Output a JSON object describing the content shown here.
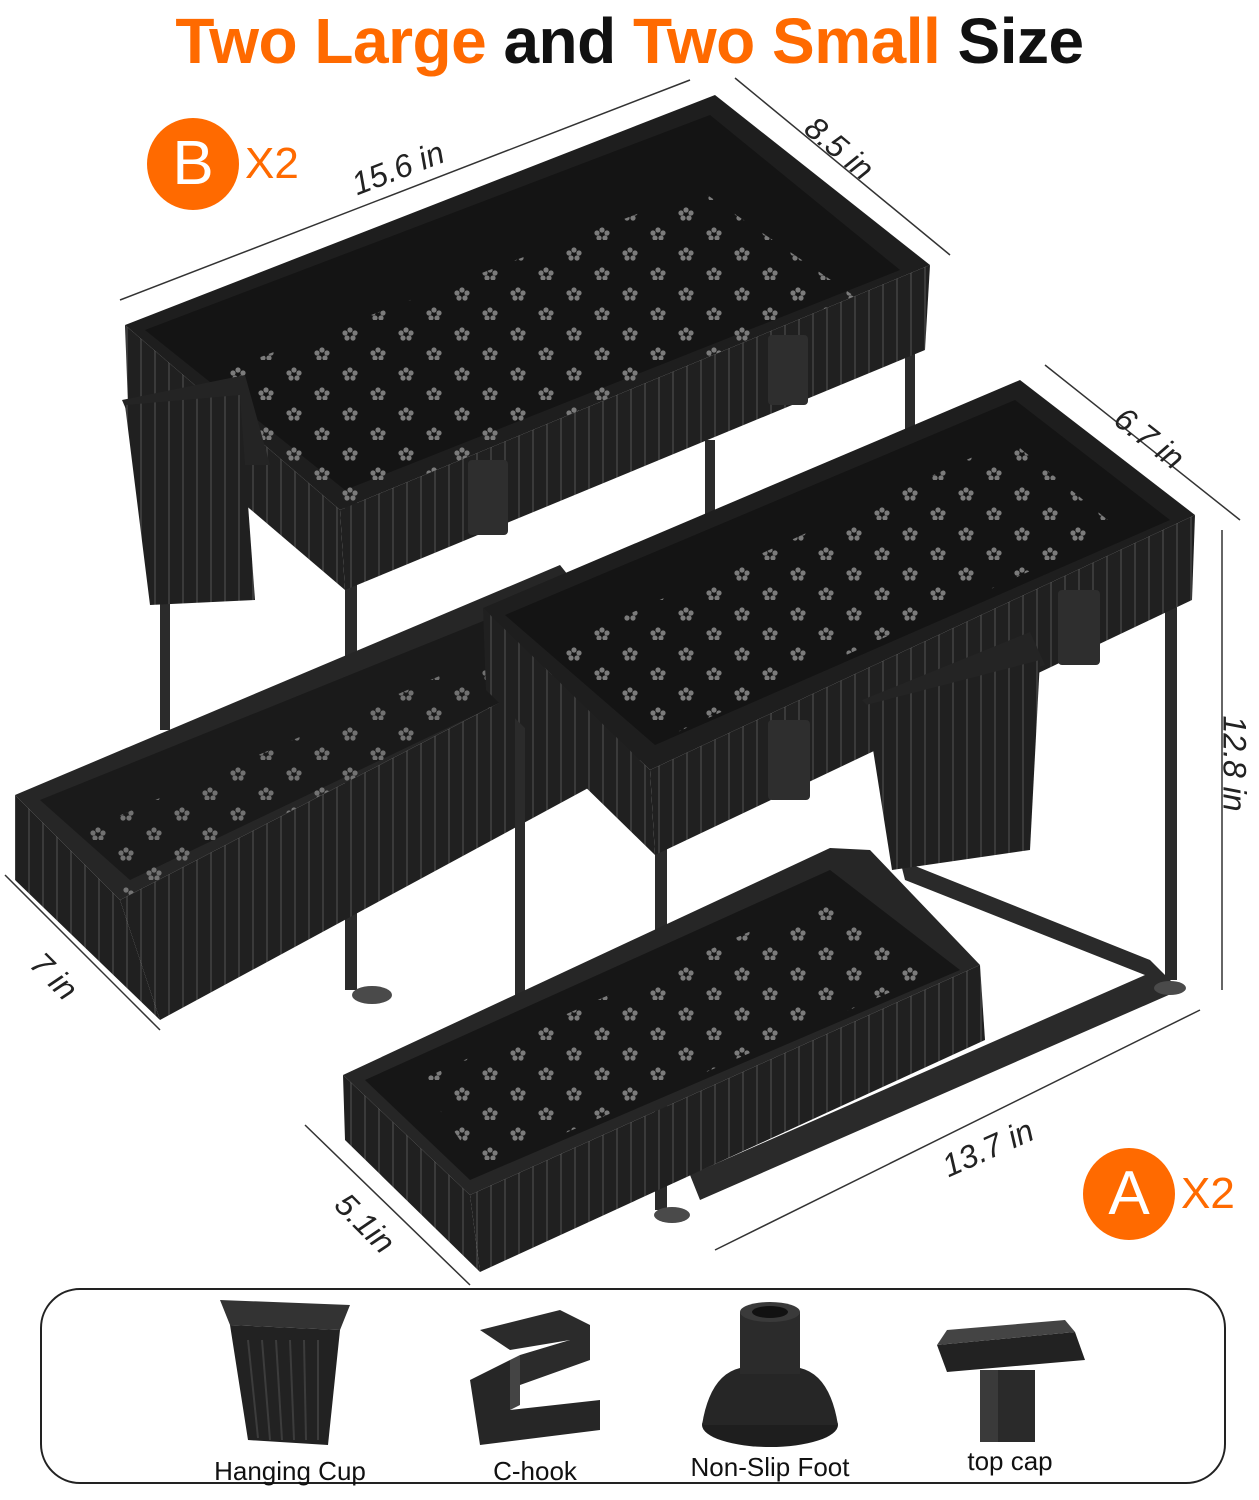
{
  "title": {
    "part1": "Two Large",
    "part2": "and",
    "part3": "Two Small",
    "part4": "Size"
  },
  "badges": {
    "large": {
      "letter": "B",
      "qty": "X2"
    },
    "small": {
      "letter": "A",
      "qty": "X2"
    }
  },
  "dimensions": {
    "large_length": "15.6 in",
    "large_width": "8.5 in",
    "large_drawer_width": "7 in",
    "small_width": "6.7 in",
    "height": "12.8 in",
    "small_length": "13.7 in",
    "small_drawer_width": "5.1in"
  },
  "accessories": [
    {
      "label": "Hanging Cup"
    },
    {
      "label": "C-hook"
    },
    {
      "label": "Non-Slip Foot"
    },
    {
      "label": "top cap"
    }
  ],
  "colors": {
    "accent": "#ff6a00",
    "product": "#1c1c1c",
    "text": "#111111"
  }
}
